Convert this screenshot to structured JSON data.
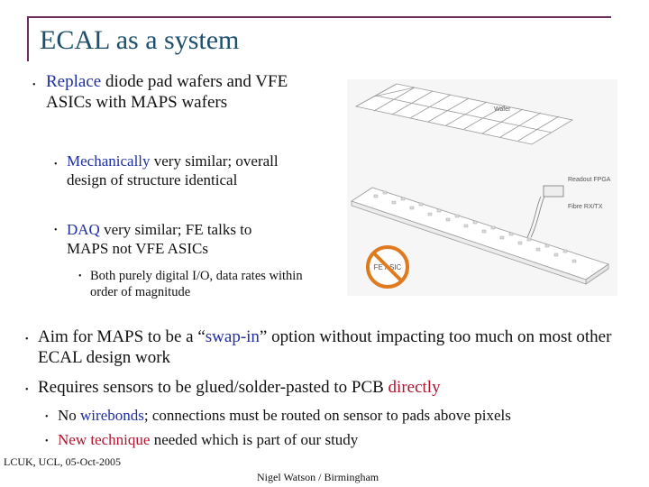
{
  "slide": {
    "title": "ECAL as a system"
  },
  "bullets": {
    "b1": {
      "hl": "Replace",
      "rest": " diode pad wafers and VFE ASICs with MAPS wafers"
    },
    "b1a": {
      "hl": "Mechanically",
      "rest": " very similar; overall design of structure identical"
    },
    "b1b": {
      "hl": "DAQ",
      "rest": " very similar; FE talks to MAPS not VFE ASICs"
    },
    "b1b1": {
      "text": "Both purely digital I/O, data rates within order of magnitude"
    },
    "b2": {
      "pre": "Aim for MAPS to be a “",
      "hl": "swap-in",
      "post": "” option without impacting too much on most other ECAL design work"
    },
    "b3": {
      "pre": "Requires sensors to be glued/solder-pasted to PCB ",
      "hl": "directly"
    },
    "b3a": {
      "pre": "No ",
      "hl": "wirebonds",
      "post": "; connections must be routed on sensor to pads above pixels"
    },
    "b3b": {
      "hl": "New technique",
      "post": " needed which is part of our study"
    }
  },
  "figure": {
    "label_wafer": "Wafer",
    "label_fpga": "Readout FPGA",
    "label_fibre": "Fibre RX/TX",
    "label_feasic": "FE ASIC",
    "prohibit_icon": "no-symbol-icon"
  },
  "footer": {
    "left": "LCUK, UCL, 05-Oct-2005",
    "right": "Nigel Watson / Birmingham"
  },
  "colors": {
    "title": "#1d4f6b",
    "highlight_blue": "#1e2fa0",
    "highlight_red": "#b2132e",
    "frame": "#6b2c5e",
    "prohibit": "#e07a20"
  }
}
